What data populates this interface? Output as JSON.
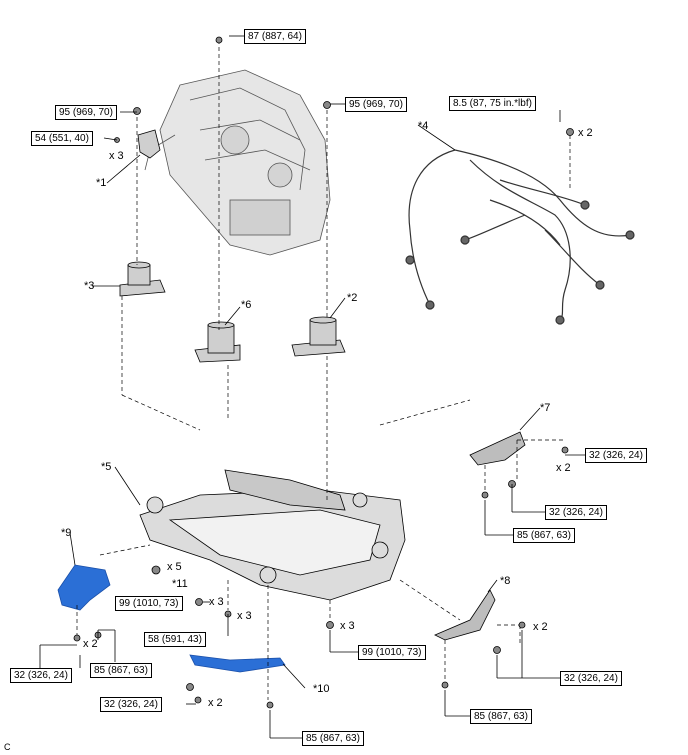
{
  "diagram": {
    "footer_code": "C",
    "torque_labels": {
      "t87": "87 (887, 64)",
      "t95a": "95 (969, 70)",
      "t95b": "95 (969, 70)",
      "t54": "54 (551, 40)",
      "t85": "8.5 (87, 75 in.*lbf)",
      "t32a": "32 (326, 24)",
      "t32b": "32 (326, 24)",
      "t85a": "85 (867, 63)",
      "t99a": "99 (1010, 73)",
      "t58": "58 (591, 43)",
      "t99b": "99 (1010, 73)",
      "t32c": "32 (326, 24)",
      "t85b": "85 (867, 63)",
      "t32d": "32 (326, 24)",
      "t85c": "85 (867, 63)",
      "t32e": "32 (326, 24)",
      "t85d": "85 (867, 63)"
    },
    "part_labels": {
      "p1": "*1",
      "p2": "*2",
      "p3": "*3",
      "p4": "*4",
      "p5": "*5",
      "p6": "*6",
      "p7": "*7",
      "p8": "*8",
      "p9": "*9",
      "p10": "*10",
      "p11": "*11"
    },
    "quantities": {
      "q_x3_a": "x 3",
      "q_x2_harness": "x 2",
      "q_x2_br7": "x 2",
      "q_x5": "x 5",
      "q_x3_b": "x 3",
      "q_x3_c": "x 3",
      "q_x3_d": "x 3",
      "q_x2_br8": "x 2",
      "q_x2_br9": "x 2",
      "q_x2_br10": "x 2"
    }
  }
}
